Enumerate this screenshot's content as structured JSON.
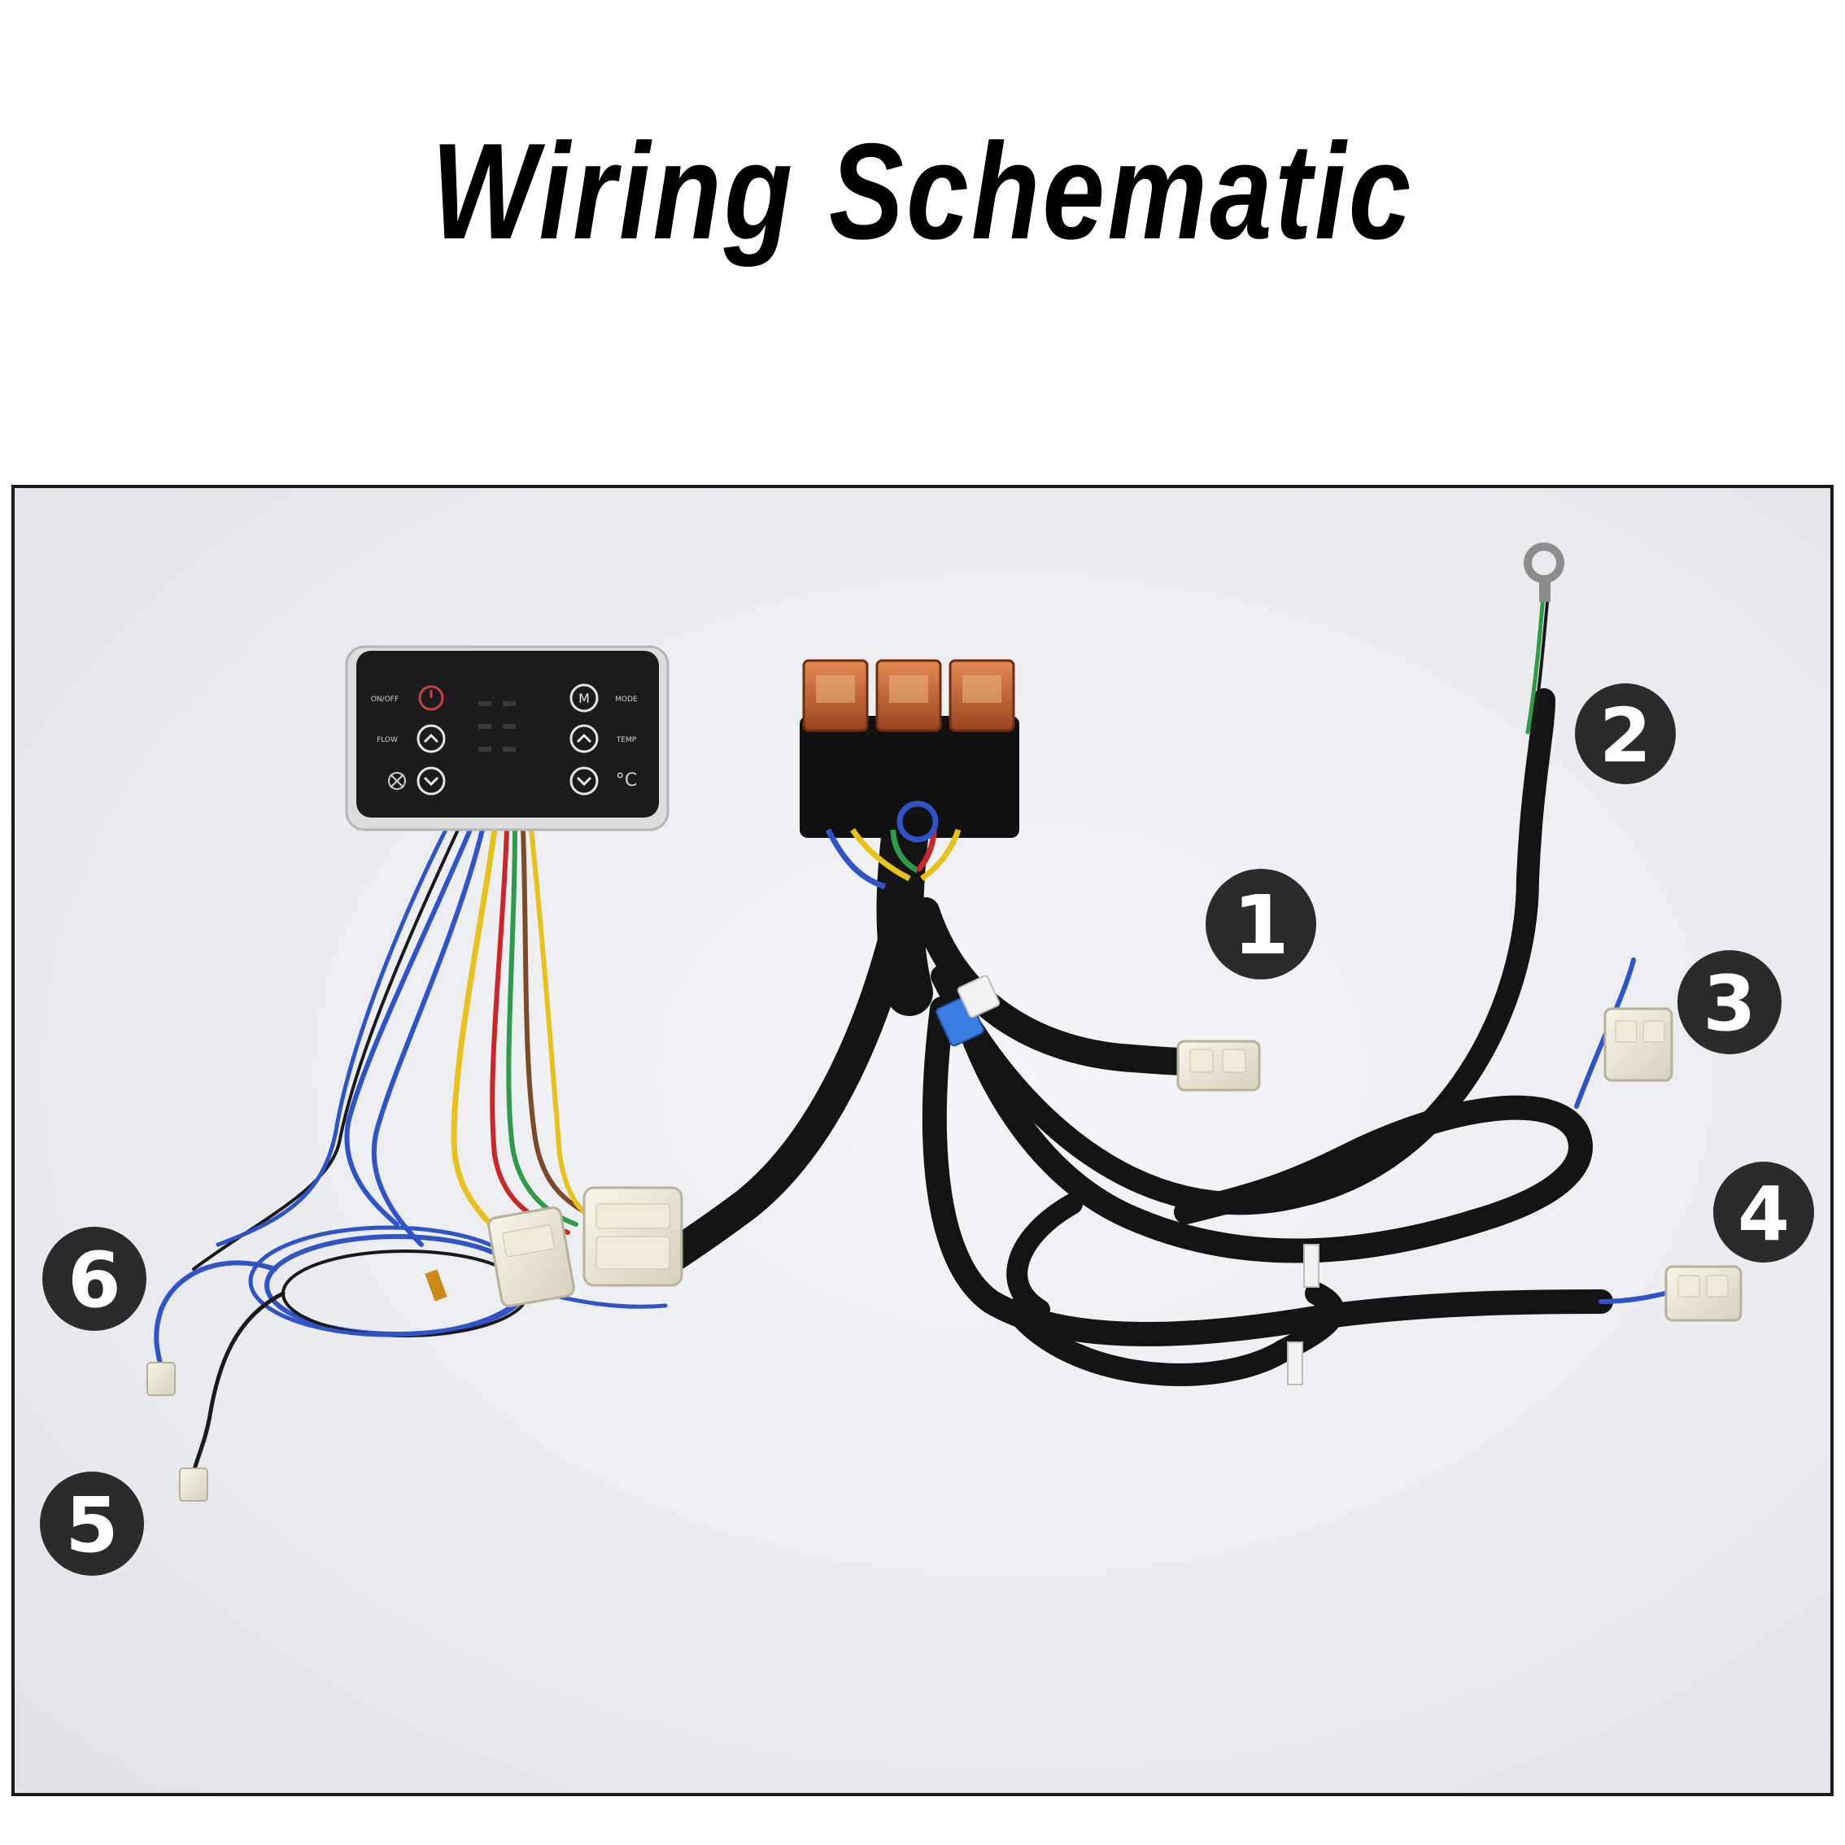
{
  "title": "Wiring Schematic",
  "callouts": [
    "1",
    "2",
    "3",
    "4",
    "5",
    "6"
  ],
  "panel": {
    "buttons": [
      {
        "label": "ON/OFF",
        "icon": "power-icon"
      },
      {
        "label": "MODE",
        "icon": "mode-icon"
      },
      {
        "label": "FLOW",
        "icon": "chevron-up-icon"
      },
      {
        "label": "TEMP",
        "icon": "chevron-up-icon"
      },
      {
        "label": "",
        "icon": "fan-icon"
      },
      {
        "label": "",
        "icon": "chevron-down-icon"
      }
    ],
    "temp_unit": "°C"
  },
  "colors": {
    "harness": "#141414",
    "panel_body": "#1c1c1e",
    "relay": "#c8643a",
    "connector": "#eeeadb",
    "wire_blue": "#2f53c8",
    "wire_yellow": "#e8c21a",
    "wire_red": "#c8282a",
    "wire_green": "#2e9a4a",
    "callout_bg": "#2b2b2b"
  }
}
